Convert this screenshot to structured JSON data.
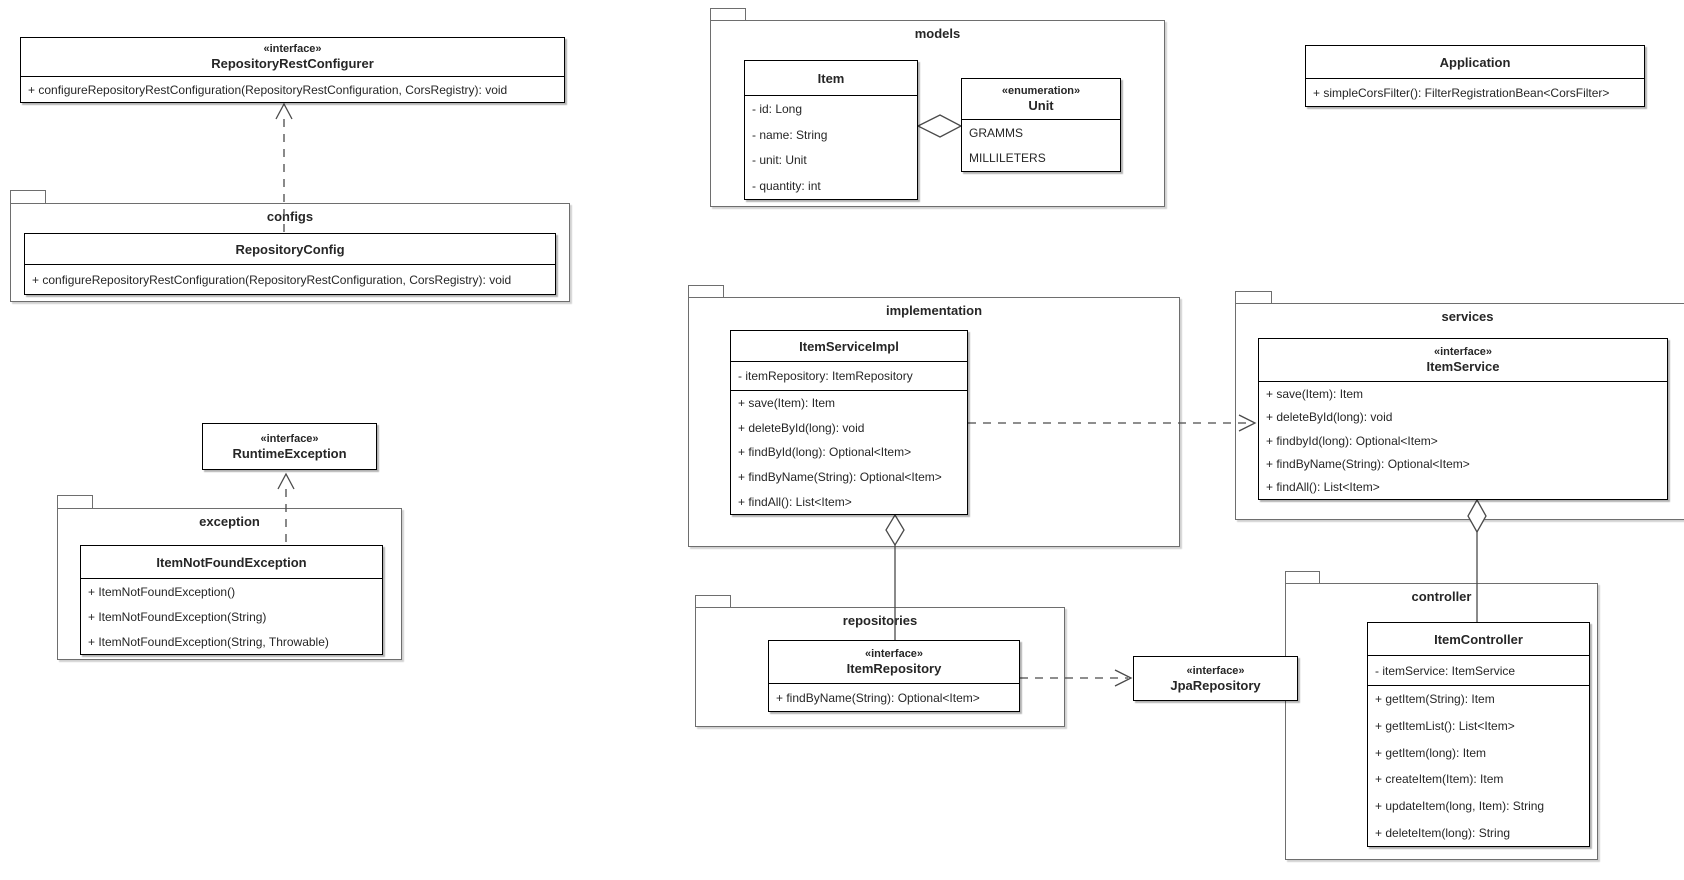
{
  "diagram": {
    "packages": {
      "configs": {
        "label": "configs"
      },
      "exception": {
        "label": "exception"
      },
      "models": {
        "label": "models"
      },
      "implementation": {
        "label": "implementation"
      },
      "services": {
        "label": "services"
      },
      "repositories": {
        "label": "repositories"
      },
      "controller": {
        "label": "controller"
      }
    },
    "classes": {
      "repository_rest_configurer": {
        "stereotype": "«interface»",
        "name": "RepositoryRestConfigurer",
        "methods": [
          "+ configureRepositoryRestConfiguration(RepositoryRestConfiguration, CorsRegistry): void"
        ]
      },
      "repository_config": {
        "name": "RepositoryConfig",
        "methods": [
          "+ configureRepositoryRestConfiguration(RepositoryRestConfiguration, CorsRegistry): void"
        ]
      },
      "runtime_exception": {
        "stereotype": "«interface»",
        "name": "RuntimeException"
      },
      "item_not_found_exception": {
        "name": "ItemNotFoundException",
        "methods": [
          "+ ItemNotFoundException()",
          "+ ItemNotFoundException(String)",
          "+ ItemNotFoundException(String, Throwable)"
        ]
      },
      "item": {
        "name": "Item",
        "attributes": [
          "- id: Long",
          "- name: String",
          "- unit: Unit",
          "- quantity: int"
        ]
      },
      "unit": {
        "stereotype": "«enumeration»",
        "name": "Unit",
        "literals": [
          "GRAMMS",
          "MILLILETERS"
        ]
      },
      "application": {
        "name": "Application",
        "methods": [
          "+ simpleCorsFilter(): FilterRegistrationBean<CorsFilter>"
        ]
      },
      "item_service_impl": {
        "name": "ItemServiceImpl",
        "attributes": [
          "- itemRepository: ItemRepository"
        ],
        "methods": [
          "+ save(Item): Item",
          "+ deleteById(long): void",
          "+ findById(long): Optional<Item>",
          "+ findByName(String): Optional<Item>",
          "+ findAll(): List<Item>"
        ]
      },
      "item_service": {
        "stereotype": "«interface»",
        "name": "ItemService",
        "methods": [
          "+ save(Item): Item",
          "+ deleteById(long): void",
          "+ findbyId(long): Optional<Item>",
          "+ findByName(String): Optional<Item>",
          "+ findAll(): List<Item>"
        ]
      },
      "item_repository": {
        "stereotype": "«interface»",
        "name": "ItemRepository",
        "methods": [
          "+ findByName(String): Optional<Item>"
        ]
      },
      "jpa_repository": {
        "stereotype": "«interface»",
        "name": "JpaRepository"
      },
      "item_controller": {
        "name": "ItemController",
        "attributes": [
          "- itemService: ItemService"
        ],
        "methods": [
          "+ getItem(String): Item",
          "+ getItemList(): List<Item>",
          "+ getItem(long): Item",
          "+ createItem(Item): Item",
          "+ updateItem(long, Item): String",
          "+ deleteItem(long): String"
        ]
      }
    },
    "colors": {
      "box_fill": "#ffffff",
      "class_border": "#000000",
      "package_border": "#6e6e6e",
      "edge": "#4a4a4a",
      "text": "#262626"
    }
  }
}
